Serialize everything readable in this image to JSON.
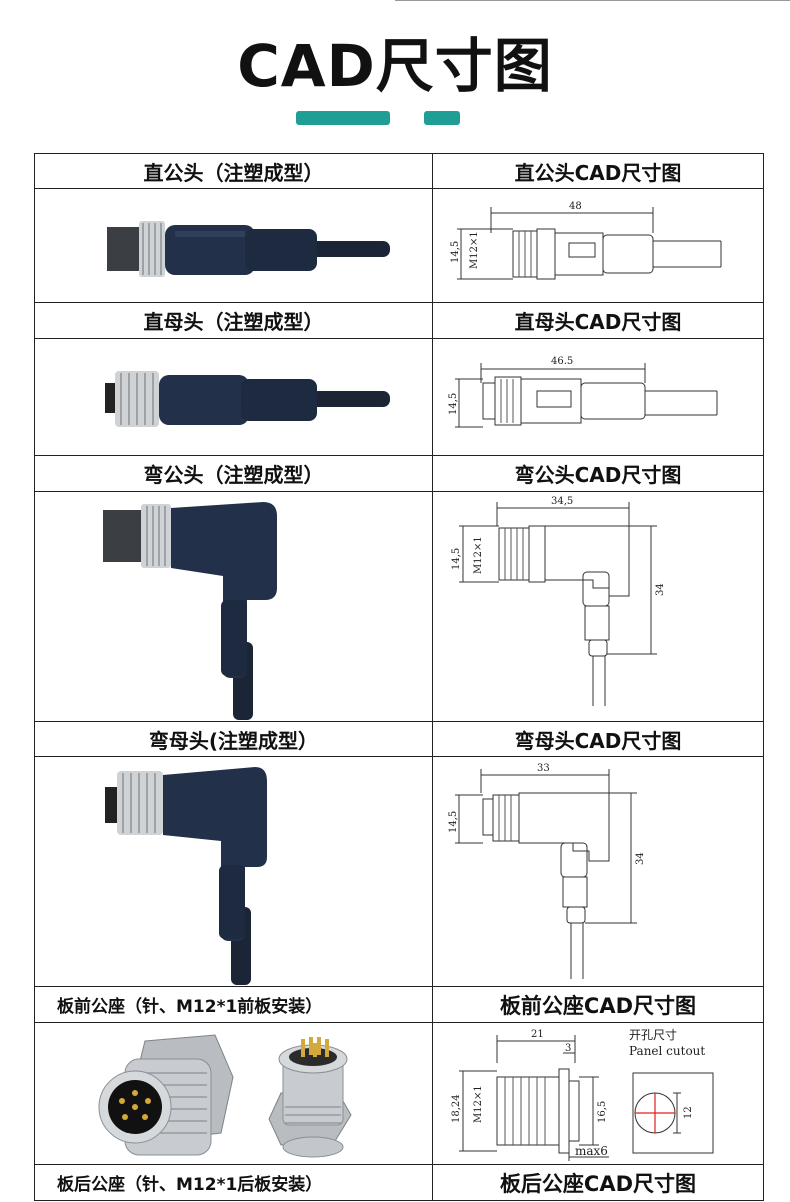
{
  "page": {
    "title": "CAD尺寸图"
  },
  "sections": [
    {
      "product_label": "直公头（注塑成型）",
      "cad_label": "直公头CAD尺寸图",
      "dims": {
        "length": "48",
        "height": "14,5",
        "thread": "M12×1"
      }
    },
    {
      "product_label": "直母头（注塑成型）",
      "cad_label": "直母头CAD尺寸图",
      "dims": {
        "length": "46.5",
        "height": "14,5"
      }
    },
    {
      "product_label": "弯公头（注塑成型）",
      "cad_label": "弯公头CAD尺寸图",
      "dims": {
        "length": "34,5",
        "height": "14,5",
        "thread": "M12×1",
        "drop": "34"
      }
    },
    {
      "product_label": "弯母头(注塑成型）",
      "cad_label": "弯母头CAD尺寸图",
      "dims": {
        "length": "33",
        "height": "14,5",
        "drop": "34"
      }
    },
    {
      "product_label": "板前公座（针、M12*1前板安装）",
      "cad_label": "板前公座CAD尺寸图",
      "dims": {
        "length": "21",
        "step": "3",
        "outer": "18,24",
        "thread": "M12×1",
        "inner": "16,5",
        "max": "max6",
        "cutout_cn": "开孔尺寸",
        "cutout_en": "Panel cutout",
        "cutout_size": "12"
      }
    },
    {
      "product_label": "板后公座（针、M12*1后板安装）",
      "cad_label": "板后公座CAD尺寸图"
    }
  ]
}
